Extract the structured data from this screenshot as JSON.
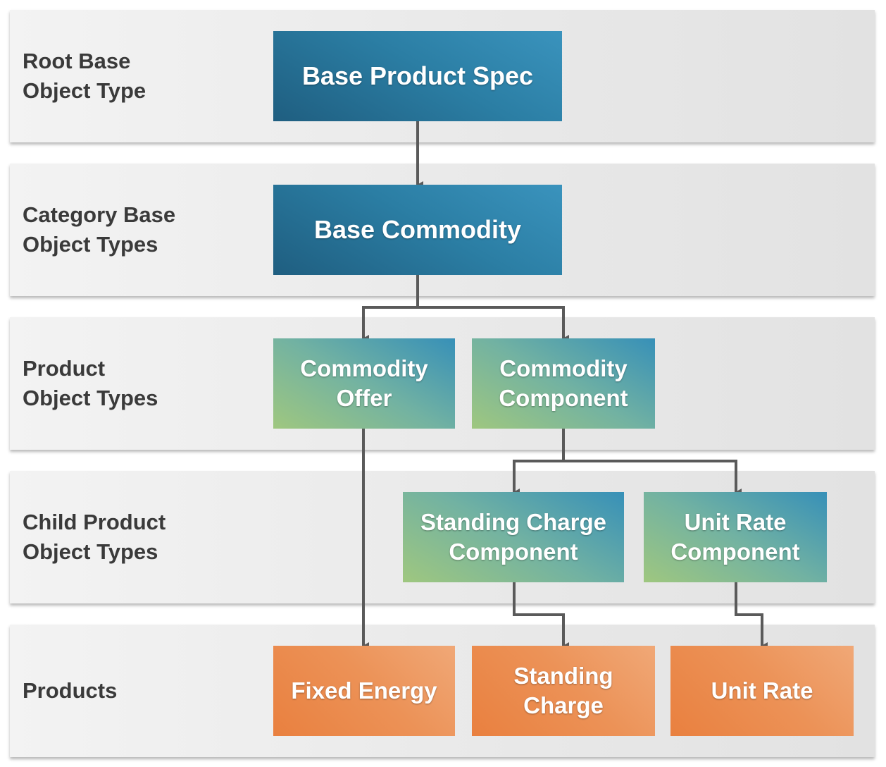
{
  "bands": [
    {
      "label": "Root Base\nObject Type"
    },
    {
      "label": "Category Base\nObject Types"
    },
    {
      "label": "Product\nObject Types"
    },
    {
      "label": "Child Product\nObject Types"
    },
    {
      "label": "Products"
    }
  ],
  "nodes": {
    "base_product_spec": "Base Product Spec",
    "base_commodity": "Base Commodity",
    "commodity_offer": "Commodity\nOffer",
    "commodity_component": "Commodity\nComponent",
    "standing_charge_component": "Standing Charge\nComponent",
    "unit_rate_component": "Unit Rate\nComponent",
    "fixed_energy": "Fixed Energy",
    "standing_charge": "Standing\nCharge",
    "unit_rate": "Unit Rate"
  },
  "colors": {
    "root_blue": "#2b7ea4",
    "product_green": "#72b2a2",
    "product_orange": "#ec9257",
    "connector": "#5a5a5a"
  }
}
